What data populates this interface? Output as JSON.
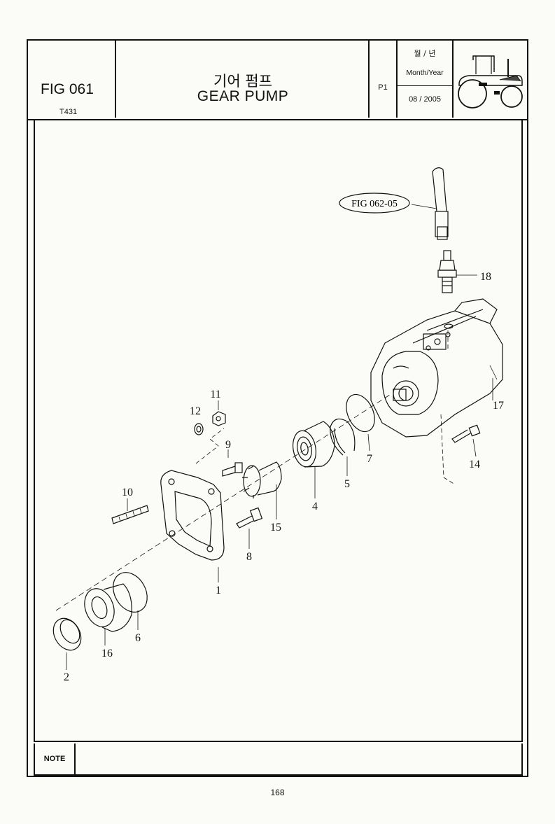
{
  "header": {
    "fig_number": "FIG 061",
    "model": "T431",
    "title_korean": "기어 펌프",
    "title_english": "GEAR PUMP",
    "page_code": "P1",
    "date_label_korean": "월 / 년",
    "date_label_english": "Month/Year",
    "date_value": "08 / 2005"
  },
  "diagram": {
    "reference_callout": "FIG 062-05",
    "part_labels": [
      "1",
      "2",
      "4",
      "5",
      "6",
      "7",
      "8",
      "9",
      "10",
      "11",
      "12",
      "14",
      "15",
      "16",
      "17",
      "18"
    ]
  },
  "note": {
    "label": "NOTE",
    "text": ""
  },
  "footer": {
    "page_number": "168"
  }
}
